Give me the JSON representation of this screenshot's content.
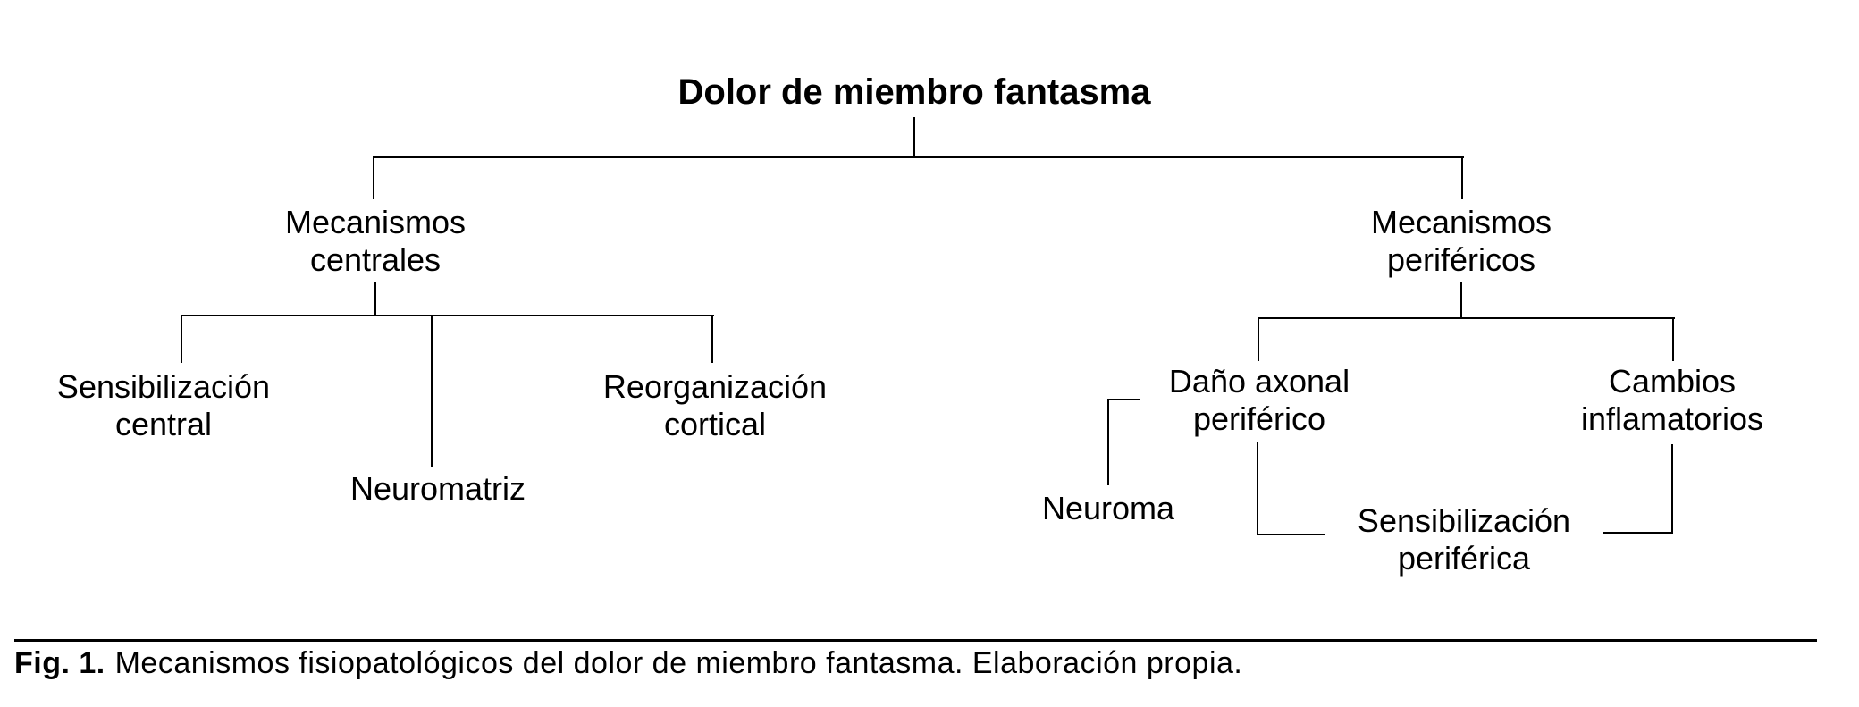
{
  "diagram": {
    "root": {
      "label": "Dolor de miembro fantasma"
    },
    "branches": [
      {
        "id": "central",
        "lines": [
          "Mecanismos",
          "centrales"
        ]
      },
      {
        "id": "peripheral",
        "lines": [
          "Mecanismos",
          "periféricos"
        ]
      }
    ],
    "central_children": [
      {
        "lines": [
          "Sensibilización",
          "central"
        ]
      },
      {
        "lines": [
          "Neuromatriz"
        ]
      },
      {
        "lines": [
          "Reorganización",
          "cortical"
        ]
      }
    ],
    "peripheral_children": [
      {
        "lines": [
          "Daño axonal",
          "periférico"
        ]
      },
      {
        "lines": [
          "Cambios",
          "inflamatorios"
        ]
      }
    ],
    "peripheral_sub": [
      {
        "lines": [
          "Neuroma"
        ]
      },
      {
        "lines": [
          "Sensibilización",
          "periférica"
        ]
      }
    ],
    "caption": {
      "fig_label": "Fig. 1.",
      "text": "Mecanismos fisiopatológicos del dolor de miembro fantasma. Elaboración propia."
    },
    "colors": {
      "text": "#000000",
      "background": "#ffffff",
      "lines": "#000000"
    }
  }
}
